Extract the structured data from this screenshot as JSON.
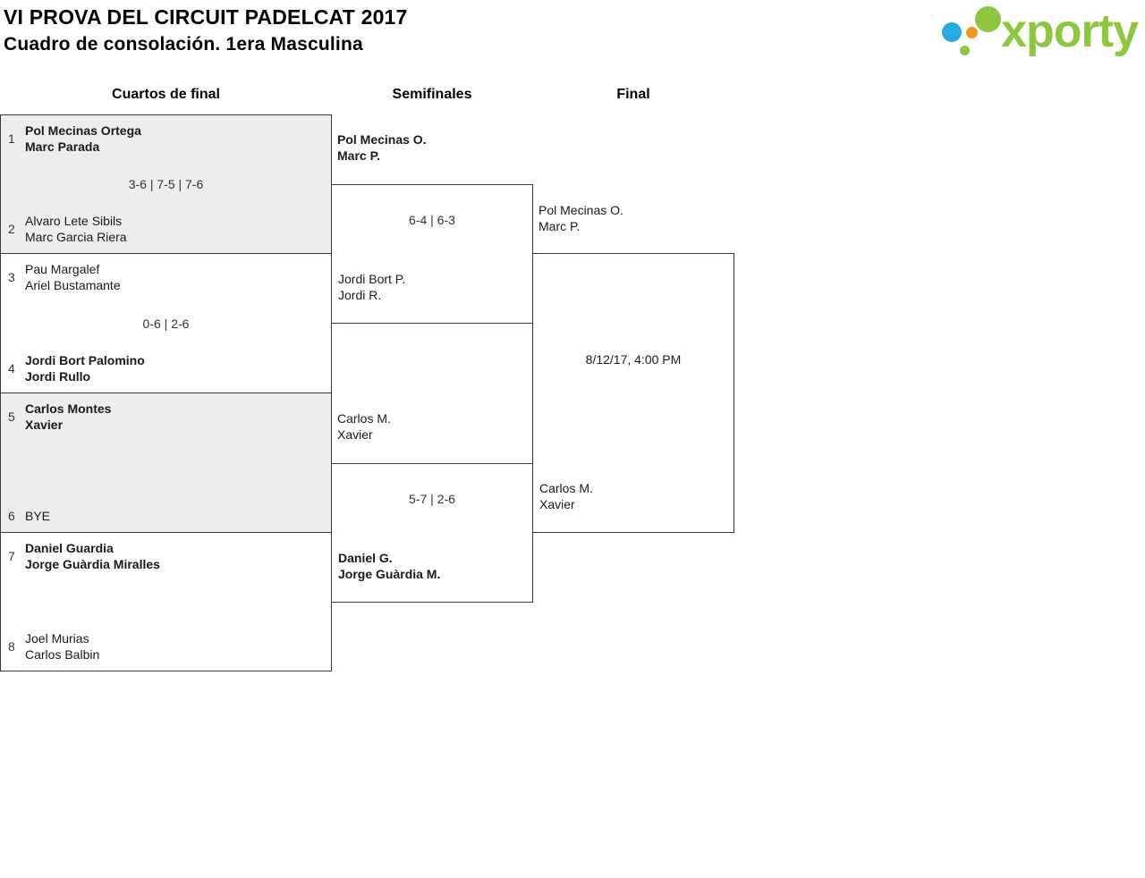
{
  "header": {
    "title": "VI PROVA DEL CIRCUIT PADELCAT 2017",
    "subtitle": "Cuadro de consolación. 1era Masculina"
  },
  "logo": {
    "text": "xporty"
  },
  "round_headers": {
    "quarterfinals": "Cuartos de final",
    "semifinals": "Semifinales",
    "final": "Final"
  },
  "bracket": {
    "quarterfinals": [
      {
        "top": {
          "seed": "1",
          "player1": "Pol Mecinas Ortega",
          "player2": "Marc Parada"
        },
        "score": "3-6 | 7-5 | 7-6",
        "bottom": {
          "seed": "2",
          "player1": "Alvaro Lete Sibils",
          "player2": "Marc Garcia Riera"
        }
      },
      {
        "top": {
          "seed": "3",
          "player1": "Pau Margalef",
          "player2": "Ariel Bustamante"
        },
        "score": "0-6 | 2-6",
        "bottom": {
          "seed": "4",
          "player1": "Jordi Bort Palomino",
          "player2": "Jordi Rullo"
        }
      },
      {
        "top": {
          "seed": "5",
          "player1": "Carlos Montes",
          "player2": "Xavier"
        },
        "score": "",
        "bottom": {
          "seed": "6",
          "player1": "BYE",
          "player2": ""
        }
      },
      {
        "top": {
          "seed": "7",
          "player1": "Daniel Guardia",
          "player2": "Jorge Guàrdia Miralles"
        },
        "score": "",
        "bottom": {
          "seed": "8",
          "player1": "Joel Murias",
          "player2": "Carlos Balbin"
        }
      }
    ],
    "semifinals": [
      {
        "top": {
          "player1": "Pol Mecinas O.",
          "player2": "Marc P."
        },
        "score": "6-4 | 6-3",
        "bottom": {
          "player1": "Jordi Bort P.",
          "player2": "Jordi R."
        }
      },
      {
        "top": {
          "player1": "Carlos M.",
          "player2": "Xavier"
        },
        "score": "5-7 | 2-6",
        "bottom": {
          "player1": "Daniel G.",
          "player2": "Jorge Guàrdia M."
        }
      }
    ],
    "final": {
      "top": {
        "player1": "Pol Mecinas O.",
        "player2": "Marc P."
      },
      "schedule": "8/12/17, 4:00 PM",
      "bottom": {
        "player1": "Carlos M.",
        "player2": "Xavier"
      }
    }
  },
  "colors": {
    "brand_green": "#8dc63f",
    "brand_blue": "#29abe2",
    "brand_orange": "#f7941e",
    "shaded_row": "#ededed",
    "border": "#3a3a3a"
  }
}
